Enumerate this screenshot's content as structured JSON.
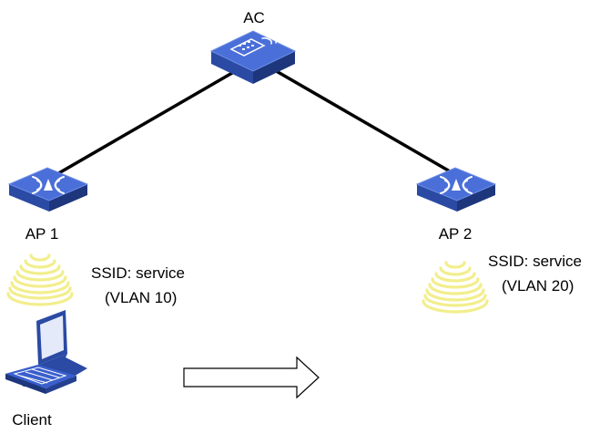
{
  "nodes": {
    "ac": {
      "label": "AC"
    },
    "ap1": {
      "label": "AP 1"
    },
    "ap2": {
      "label": "AP 2"
    },
    "client": {
      "label": "Client"
    }
  },
  "wlans": {
    "ap1": {
      "ssid": "SSID: service",
      "vlan": "(VLAN 10)"
    },
    "ap2": {
      "ssid": "SSID: service",
      "vlan": "(VLAN 20)"
    }
  },
  "colors": {
    "device_top": "#3a5fcd",
    "device_front": "#24408f",
    "device_side": "#1b3273",
    "signal": "#f2ee8c",
    "link": "#000000"
  }
}
